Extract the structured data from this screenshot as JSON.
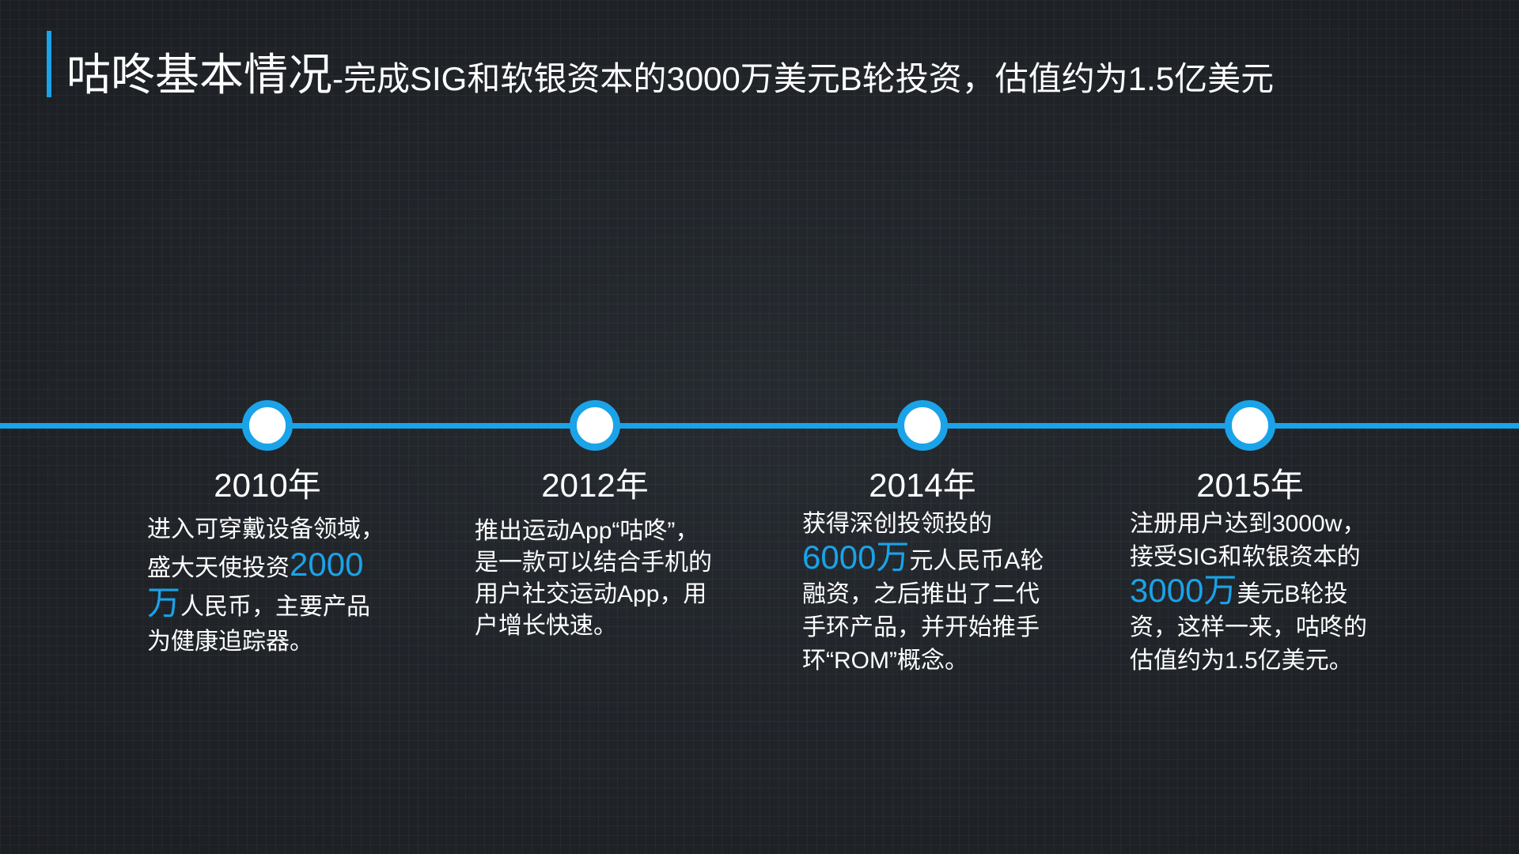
{
  "title": {
    "main": "咕咚基本情况",
    "sub": "-完成SIG和软银资本的3000万美元B轮投资，估值约为1.5亿美元"
  },
  "accent_color": "#1aa3e8",
  "timeline": [
    {
      "year": "2010年",
      "pre": "进入可穿戴设备领域，盛大天使投资",
      "highlight": "2000万",
      "post": "人民币，主要产品为健康追踪器。"
    },
    {
      "year": "2012年",
      "pre": "推出运动App“咕咚”，是一款可以结合手机的用户社交运动App，用户增长快速。",
      "highlight": "",
      "post": ""
    },
    {
      "year": "2014年",
      "pre": "获得深创投领投的",
      "highlight": "6000万",
      "post": "元人民币A轮融资，之后推出了二代手环产品，并开始推手环“ROM”概念。"
    },
    {
      "year": "2015年",
      "pre": "注册用户达到3000w，接受SIG和软银资本的",
      "highlight": "3000万",
      "post": "美元B轮投资，这样一来，咕咚的估值约为1.5亿美元。"
    }
  ]
}
